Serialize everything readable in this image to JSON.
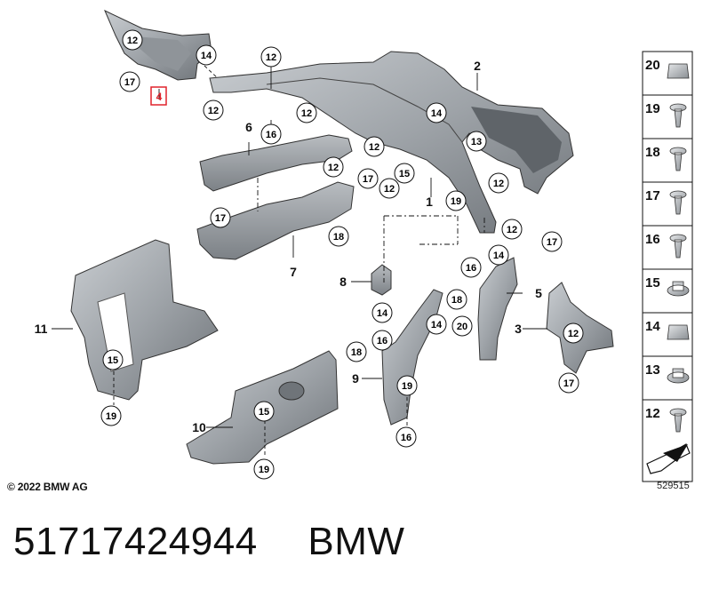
{
  "copyright": "© 2022 BMW AG",
  "part_number": "51717424944",
  "brand": "BMW",
  "reference_number": "529515",
  "highlight_color": "#e0232c",
  "callouts": {
    "c12a": "12",
    "c17a": "17",
    "c14a": "14",
    "c4": "4",
    "c12b": "12",
    "c12c": "12",
    "c16a": "16",
    "c12d": "12",
    "c14b": "14",
    "c13": "13",
    "c12e": "12",
    "c15a": "15",
    "c17b": "17",
    "c12f": "12",
    "c12g": "12",
    "c19a": "19",
    "c17c": "17",
    "c18a": "18",
    "c12h": "12",
    "c17d": "17",
    "c14c": "14",
    "c16b": "16",
    "c18b": "18",
    "c14d": "14",
    "c14e": "14",
    "c20": "20",
    "c16c": "16",
    "c18c": "18",
    "c12i": "12",
    "c19b": "19",
    "c17e": "17",
    "c15b": "15",
    "c19c": "19",
    "c16d": "16",
    "c15c": "15",
    "c19d": "19"
  },
  "part_labels": {
    "p2": "2",
    "p6": "6",
    "p1": "1",
    "p7": "7",
    "p8": "8",
    "p5": "5",
    "p11": "11",
    "p3": "3",
    "p9": "9",
    "p10": "10"
  },
  "legend": [
    {
      "num": "20",
      "icon": "clip-nut-icon"
    },
    {
      "num": "19",
      "icon": "tree-rivet-icon"
    },
    {
      "num": "18",
      "icon": "screw-icon"
    },
    {
      "num": "17",
      "icon": "expanding-rivet-icon"
    },
    {
      "num": "16",
      "icon": "plug-rivet-icon"
    },
    {
      "num": "15",
      "icon": "push-nut-icon"
    },
    {
      "num": "14",
      "icon": "sheet-nut-icon"
    },
    {
      "num": "13",
      "icon": "flange-nut-icon"
    },
    {
      "num": "12",
      "icon": "self-tapping-screw-icon"
    }
  ]
}
